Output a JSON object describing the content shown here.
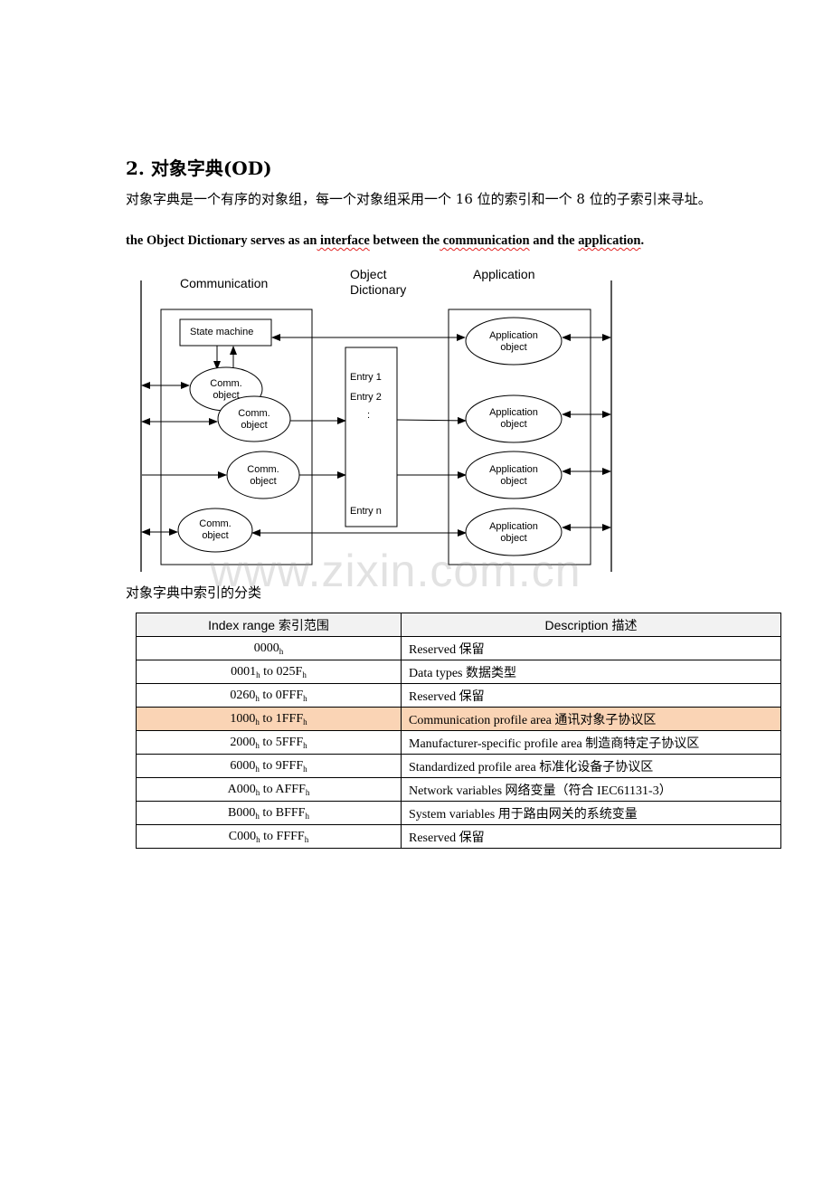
{
  "heading": "2.  对象字典(OD)",
  "intro": "对象字典是一个有序的对象组，每一个对象组采用一个 16 位的索引和一个 8 位的子索引来寻址。",
  "english_sentence": {
    "part1": "the Object Dictionary serves as an",
    "word1": " interface",
    "part2": " between the",
    "word2": " communication",
    "part3": " and the ",
    "word3": "application",
    "part4": "."
  },
  "diagram": {
    "communication_label": "Communication",
    "od_label_line1": "Object",
    "od_label_line2": "Dictionary",
    "application_label": "Application",
    "state_machine": "State machine",
    "comm_object_line1": "Comm.",
    "comm_object_line2": "object",
    "app_object_line1": "Application",
    "app_object_line2": "object",
    "entry1": "Entry 1",
    "entry2": "Entry 2",
    "entry_dots": ":",
    "entry_n": "Entry n"
  },
  "watermark": "www.zixin.com.cn",
  "table_caption": "对象字典中索引的分类",
  "table": {
    "headers": [
      "Index range 索引范围",
      "Description 描述"
    ],
    "rows": [
      {
        "from": "0000",
        "to": "",
        "desc": "Reserved 保留"
      },
      {
        "from": "0001",
        "to": "025F",
        "desc": "Data types 数据类型"
      },
      {
        "from": "0260",
        "to": "0FFF",
        "desc": "Reserved 保留"
      },
      {
        "from": "1000",
        "to": "1FFF",
        "desc": "Communication profile area 通讯对象子协议区",
        "highlight": true
      },
      {
        "from": "2000",
        "to": "5FFF",
        "desc": "Manufacturer-specific profile area 制造商特定子协议区"
      },
      {
        "from": "6000",
        "to": "9FFF",
        "desc": "Standardized profile area 标准化设备子协议区"
      },
      {
        "from": "A000",
        "to": "AFFF",
        "desc": "Network variables 网络变量（符合 IEC61131-3）"
      },
      {
        "from": "B000",
        "to": "BFFF",
        "desc": "System variables 用于路由网关的系统变量"
      },
      {
        "from": "C000",
        "to": "FFFF",
        "desc": "Reserved 保留"
      }
    ],
    "suffix": "h",
    "to_word": " to "
  },
  "colors": {
    "highlight_row": "#fad4b5",
    "header_bg": "#f2f2f2",
    "wavy_underline": "#e02020"
  }
}
